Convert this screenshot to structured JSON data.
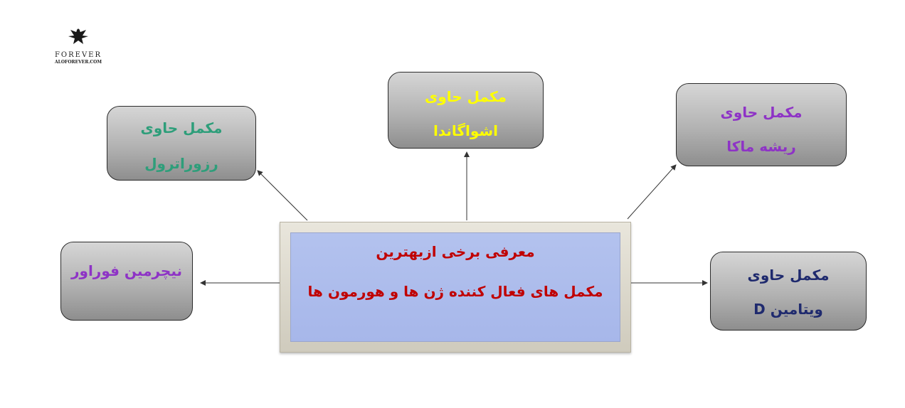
{
  "logo": {
    "brand": "FOREVER",
    "site": "ALOFOREVER.COM",
    "icon": "eagle-icon"
  },
  "center": {
    "line1": "معرفی برخی ازبهترین",
    "line2": "مکمل های فعال کننده ژن ها و هورمون ها",
    "text_color": "#c00000"
  },
  "boxes": {
    "resveratrol": {
      "line1": "مکمل حاوی",
      "line2": "رزوراترول",
      "text_color": "#2e9e7a"
    },
    "ashwagandha": {
      "line1": "مکمل حاوی",
      "line2": "اشواگاندا",
      "text_color": "#ffff00"
    },
    "maca": {
      "line1": "مکمل حاوی",
      "line2": "ریشه ماکا",
      "text_color": "#8e33c6"
    },
    "nature_min": {
      "line1": "نیچرمین فوراور",
      "text_color": "#8e33c6"
    },
    "vitamin_d": {
      "line1": "مکمل حاوی",
      "line2": "ویتامین D",
      "text_color": "#1f2a6e"
    }
  },
  "colors": {
    "arrow": "#333333",
    "box_border": "#2b2b2b"
  }
}
